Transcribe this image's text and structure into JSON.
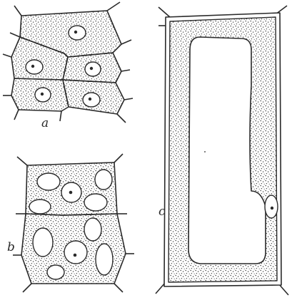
{
  "labels": {
    "a": "a",
    "b": "b",
    "c": "c"
  },
  "colors": {
    "ink": "#2a2a2a",
    "paper": "#ffffff",
    "stipple": "#3a3a3a"
  }
}
